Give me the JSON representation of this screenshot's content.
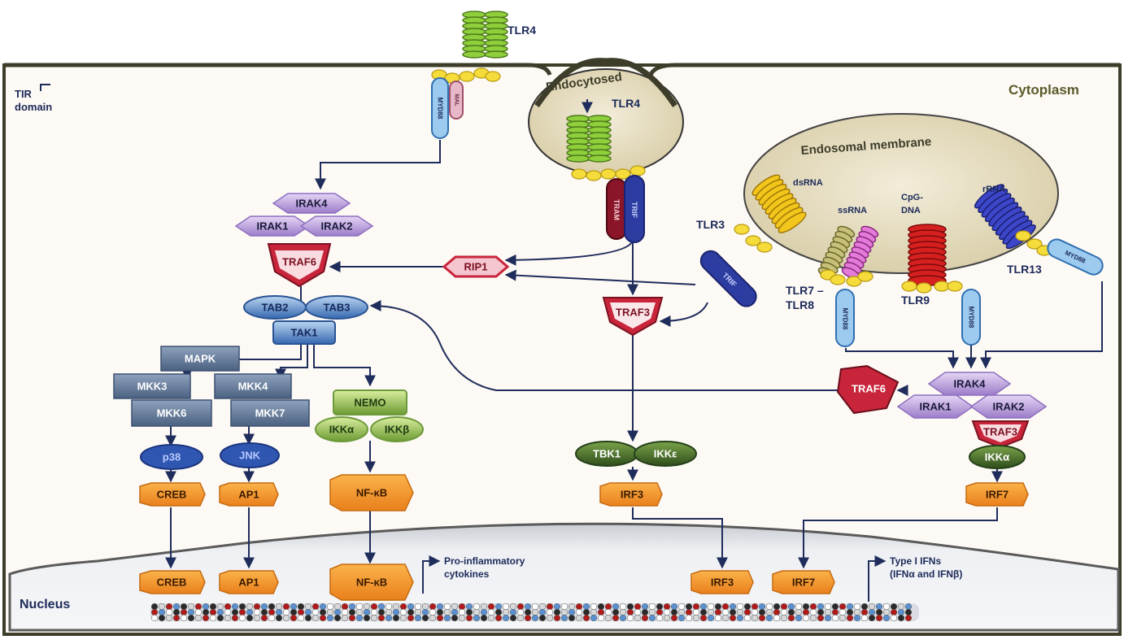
{
  "regions": {
    "cytoplasm": "Cytoplasm",
    "nucleus": "Nucleus",
    "tir_domain": [
      "TIR",
      "domain"
    ],
    "endocytosed": "Endocytosed",
    "endosomal_membrane": "Endosomal membrane"
  },
  "receptors": {
    "tlr4_surface": "TLR4",
    "tlr4_endocytosed": "TLR4",
    "tlr3": "TLR3",
    "tlr7_8": [
      "TLR7 –",
      "TLR8"
    ],
    "tlr9": "TLR9",
    "tlr13": "TLR13"
  },
  "ligands": {
    "dsrna": "dsRNA",
    "ssrna": "ssRNA",
    "cpg": [
      "CpG-",
      "DNA"
    ],
    "rrna": "rRNA"
  },
  "adaptors": {
    "myd88": "MYD88",
    "mal": "MAL",
    "tram": "TRAM",
    "trif": "TRIF"
  },
  "proteins": {
    "irak4": "IRAK4",
    "irak1": "IRAK1",
    "irak2": "IRAK2",
    "traf6": "TRAF6",
    "rip1": "RIP1",
    "traf3": "TRAF3",
    "tab2": "TAB2",
    "tab3": "TAB3",
    "tak1": "TAK1",
    "mapk": "MAPK",
    "mkk3": "MKK3",
    "mkk6": "MKK6",
    "mkk4": "MKK4",
    "mkk7": "MKK7",
    "nemo": "NEMO",
    "ikka": "IKKα",
    "ikkb": "IKKβ",
    "p38": "p38",
    "jnk": "JNK",
    "tbk1": "TBK1",
    "ikke": "IKKε",
    "creb": "CREB",
    "ap1": "AP1",
    "nfkb": "NF-κB",
    "irf3": "IRF3",
    "irf7": "IRF7"
  },
  "outputs": {
    "proinflammatory": [
      "Pro-inflammatory",
      "cytokines"
    ],
    "type1_ifn": [
      "Type I IFNs",
      "(IFNα and IFNβ)"
    ]
  },
  "colors": {
    "membrane": "#3d3d2a",
    "cytoplasm_bg": "#fdf9f4",
    "receptor_green": "#8fcf3c",
    "tir_yellow": "#f5dc3a",
    "myd88_blue": "#9dcbf0",
    "irak_purple": "#b69ad6",
    "traf_red": "#c8253a",
    "tab_blue": "#3a6fb5",
    "mapk_slate": "#5a7090",
    "ikk_green": "#6d9a3a",
    "tf_orange": "#f39a2c",
    "p38_blue": "#2f56b0"
  }
}
